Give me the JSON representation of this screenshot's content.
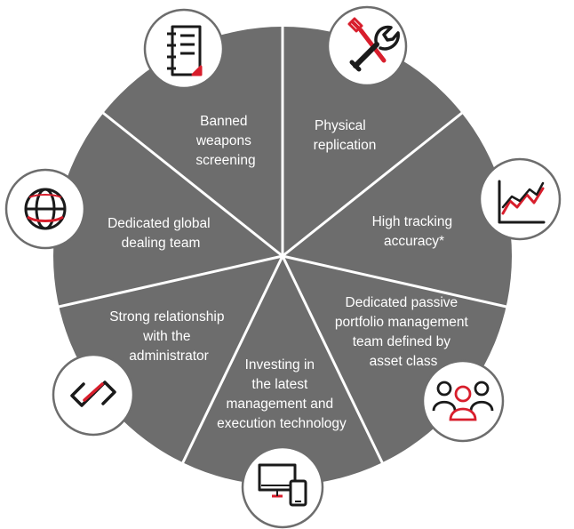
{
  "colors": {
    "wheel_fill": "#6d6d6d",
    "divider": "#ffffff",
    "icon_ring": "#6d6d6d",
    "icon_bg": "#ffffff",
    "icon_dark": "#1a1a1a",
    "icon_accent": "#d81e2c",
    "text": "#ffffff"
  },
  "segments": [
    {
      "id": "banned",
      "lines": [
        "Banned",
        "weapons",
        "screening"
      ],
      "icon": "notepad-icon"
    },
    {
      "id": "physical",
      "lines": [
        "Physical",
        "replication"
      ],
      "icon": "wrench-screwdriver-icon"
    },
    {
      "id": "tracking",
      "lines": [
        "High tracking",
        "accuracy*"
      ],
      "icon": "line-chart-icon"
    },
    {
      "id": "passive",
      "lines": [
        "Dedicated passive",
        "portfolio management",
        "team defined by",
        "asset class"
      ],
      "icon": "team-people-icon"
    },
    {
      "id": "investing",
      "lines": [
        "Investing in",
        "the latest",
        "management and",
        "execution technology"
      ],
      "icon": "monitor-phone-icon"
    },
    {
      "id": "administrator",
      "lines": [
        "Strong relationship",
        "with the",
        "administrator"
      ],
      "icon": "chain-link-icon"
    },
    {
      "id": "dealing",
      "lines": [
        "Dedicated global",
        "dealing team"
      ],
      "icon": "globe-icon"
    }
  ]
}
